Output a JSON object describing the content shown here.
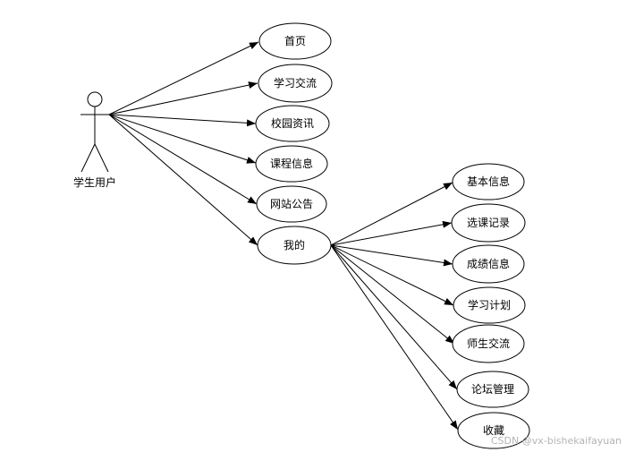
{
  "actor": {
    "label": "学生用户"
  },
  "use_cases": [
    {
      "id": "home",
      "label": "首页"
    },
    {
      "id": "study-exchange",
      "label": "学习交流"
    },
    {
      "id": "campus-news",
      "label": "校园资讯"
    },
    {
      "id": "course-info",
      "label": "课程信息"
    },
    {
      "id": "site-notice",
      "label": "网站公告"
    },
    {
      "id": "mine",
      "label": "我的"
    }
  ],
  "sub_use_cases": [
    {
      "id": "basic-info",
      "label": "基本信息"
    },
    {
      "id": "course-selection-record",
      "label": "选课记录"
    },
    {
      "id": "grade-info",
      "label": "成绩信息"
    },
    {
      "id": "study-plan",
      "label": "学习计划"
    },
    {
      "id": "teacher-student-exchange",
      "label": "师生交流"
    },
    {
      "id": "forum-management",
      "label": "论坛管理"
    },
    {
      "id": "favorites",
      "label": "收藏"
    }
  ],
  "watermark": "CSDN @vx-bishekaifayuan",
  "colors": {
    "line": "#000000",
    "fill": "#ffffff",
    "watermark": "#b4b4b4"
  }
}
